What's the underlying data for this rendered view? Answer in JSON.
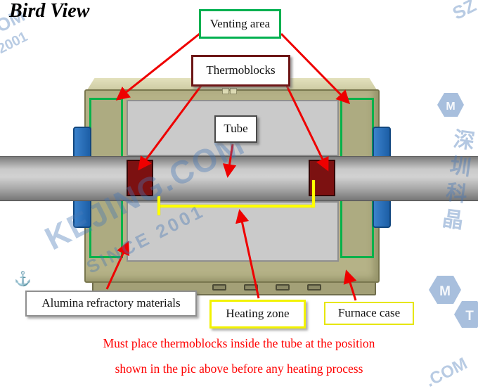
{
  "title": "Bird View",
  "callouts": {
    "venting_area": "Venting area",
    "thermoblocks": "Thermoblocks",
    "tube": "Tube",
    "alumina_refractory": "Alumina refractory materials",
    "heating_zone": "Heating zone",
    "furnace_case": "Furnace case"
  },
  "note": {
    "line1": "Must place thermoblocks inside the tube at the position",
    "line2": "shown in the pic above before any heating process"
  },
  "watermarks": {
    "main_diagonal": "KEJING.COM",
    "sub_diagonal": "SINCE 2001",
    "top_left_fragment": "OM",
    "top_left_fragment2": "2001",
    "top_right_fragment": "SZ",
    "bottom_right_fragment": ".COM",
    "right_vertical": "深圳科晶",
    "anchor": "⚓",
    "hex_letter_m": "M",
    "hex_letter_t": "T"
  },
  "colors": {
    "arrow_red": "#ee0000",
    "note_red": "#ff0000",
    "venting_green": "#00b050",
    "thermoblock_maroon": "#7c1111",
    "heating_yellow": "#ffff00",
    "furnace_olive": "#b5b287",
    "clamp_blue": "#2f74c0",
    "watermark_blue": "#4476b6"
  }
}
